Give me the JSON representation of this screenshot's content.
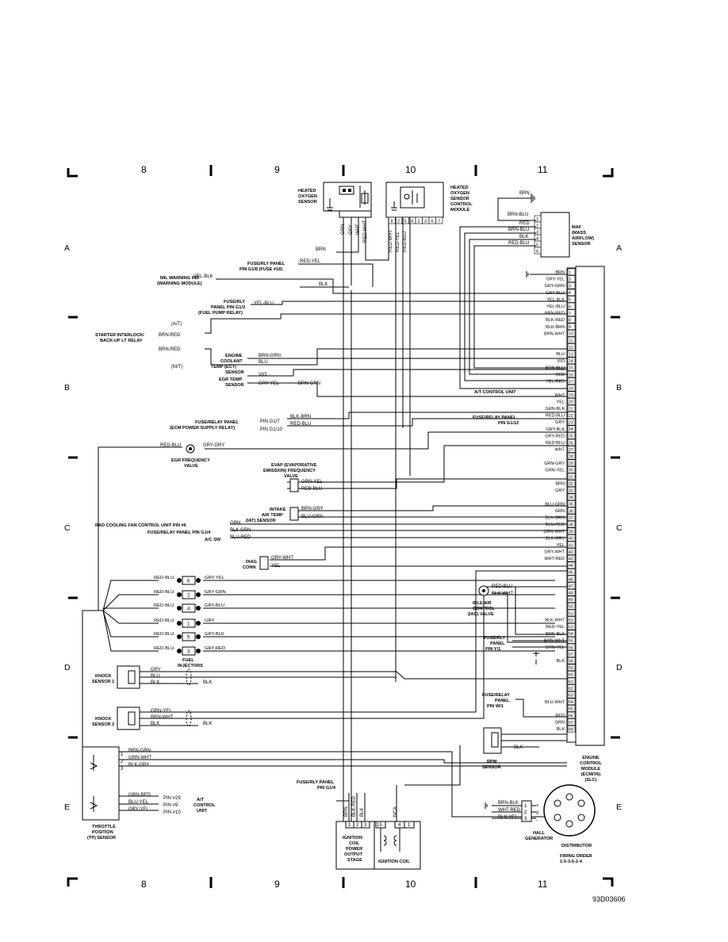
{
  "grid": {
    "columns": [
      "8",
      "9",
      "10",
      "11"
    ],
    "rows": [
      "A",
      "B",
      "C",
      "D",
      "E"
    ]
  },
  "ecm": {
    "title": "ENGINE CONTROL MODULE (ECM/V6) (SLC)",
    "title_lines": [
      "ENGINE",
      "CONTROL",
      "MODULE",
      "(ECM/V6)",
      "(SLC)"
    ],
    "pins": [
      {
        "pin": "1",
        "wire": "BRN"
      },
      {
        "pin": "2",
        "wire": "GRY-YEL"
      },
      {
        "pin": "3",
        "wire": "GRY-GRN"
      },
      {
        "pin": "4",
        "wire": "GRY-BLU"
      },
      {
        "pin": "5",
        "wire": "YEL-BLK"
      },
      {
        "pin": "6",
        "wire": "YEL-BLU"
      },
      {
        "pin": "7",
        "wire": "BRN-RED"
      },
      {
        "pin": "8",
        "wire": "BLK-RED"
      },
      {
        "pin": "9",
        "wire": "BLK-BRN"
      },
      {
        "pin": "10",
        "wire": "BRN-WHT"
      },
      {
        "pin": "11",
        "wire": ""
      },
      {
        "pin": "12",
        "wire": ""
      },
      {
        "pin": "13",
        "wire": "BLU"
      },
      {
        "pin": "14",
        "wire": "VIO"
      },
      {
        "pin": "15",
        "wire": "BRN-BLU"
      },
      {
        "pin": "16",
        "wire": "RED"
      },
      {
        "pin": "17",
        "wire": "YEL-RED"
      },
      {
        "pin": "18",
        "wire": ""
      },
      {
        "pin": "19",
        "wire": "WHT"
      },
      {
        "pin": "20",
        "wire": "YEL"
      },
      {
        "pin": "21",
        "wire": "GRN-BLK"
      },
      {
        "pin": "22",
        "wire": "RED-BLU"
      },
      {
        "pin": "23",
        "wire": "GRY"
      },
      {
        "pin": "24",
        "wire": "GRY-BLK"
      },
      {
        "pin": "25",
        "wire": "GRY-RED"
      },
      {
        "pin": "26",
        "wire": "RED-BLU"
      },
      {
        "pin": "27",
        "wire": "WHT"
      },
      {
        "pin": "28",
        "wire": ""
      },
      {
        "pin": "29",
        "wire": "GRN-GRY"
      },
      {
        "pin": "30",
        "wire": "GRN-YEL"
      },
      {
        "pin": "31",
        "wire": ""
      },
      {
        "pin": "32",
        "wire": "BRN"
      },
      {
        "pin": "33",
        "wire": "GRY"
      },
      {
        "pin": "34",
        "wire": ""
      },
      {
        "pin": "35",
        "wire": "BLU-GRN"
      },
      {
        "pin": "36",
        "wire": "GRN"
      },
      {
        "pin": "37",
        "wire": "BLK-GRN"
      },
      {
        "pin": "38",
        "wire": "BLU-RED"
      },
      {
        "pin": "39",
        "wire": "GRN-WHT"
      },
      {
        "pin": "40",
        "wire": "BLK-GRY"
      },
      {
        "pin": "41",
        "wire": "YEL"
      },
      {
        "pin": "42",
        "wire": "GRY-WHT"
      },
      {
        "pin": "43",
        "wire": "WHT-RED"
      },
      {
        "pin": "44",
        "wire": ""
      },
      {
        "pin": "45",
        "wire": ""
      },
      {
        "pin": "46",
        "wire": ""
      },
      {
        "pin": "47",
        "wire": ""
      },
      {
        "pin": "48",
        "wire": ""
      },
      {
        "pin": "49",
        "wire": ""
      },
      {
        "pin": "50",
        "wire": ""
      },
      {
        "pin": "51",
        "wire": ""
      },
      {
        "pin": "52",
        "wire": "BLK-WHT"
      },
      {
        "pin": "53",
        "wire": "RED-YEL"
      },
      {
        "pin": "54",
        "wire": "BRN-BLK"
      },
      {
        "pin": "55",
        "wire": "BRN-WHT"
      },
      {
        "pin": "56",
        "wire": "GRN-YEL"
      },
      {
        "pin": "57",
        "wire": ""
      },
      {
        "pin": "58",
        "wire": "BLK"
      },
      {
        "pin": "59",
        "wire": ""
      },
      {
        "pin": "60",
        "wire": ""
      },
      {
        "pin": "61",
        "wire": ""
      },
      {
        "pin": "62",
        "wire": ""
      },
      {
        "pin": "63",
        "wire": ""
      },
      {
        "pin": "64",
        "wire": "BLU-WHT"
      },
      {
        "pin": "65",
        "wire": ""
      },
      {
        "pin": "66",
        "wire": "RED"
      },
      {
        "pin": "67",
        "wire": "GRN"
      },
      {
        "pin": "68",
        "wire": "BLK"
      }
    ]
  },
  "components": {
    "heated_o2_sensor": [
      "HEATED",
      "OXYGEN",
      "SENSOR"
    ],
    "o2_wires": [
      "GRN",
      "GRY",
      "WHT",
      "RED-WHT"
    ],
    "o2_control_module": [
      "HEATED",
      "OXYGEN",
      "SENSOR",
      "CONTROL",
      "MODULE"
    ],
    "o2_control_pins": [
      "8",
      "2",
      "5",
      "4",
      "1",
      "3",
      "6",
      "7"
    ],
    "o2_control_wires": [
      "RED-WHT",
      "RED-YEL",
      "RED-BLU"
    ],
    "maf": [
      "MAF",
      "(MASS",
      "AIRFLOW)",
      "SENSOR"
    ],
    "maf_pins": [
      "1",
      "2",
      "3",
      "4",
      "5",
      "6"
    ],
    "maf_wires": [
      "BRN",
      "BRN-BLU",
      "RED",
      "BRN-BLU",
      "BLK",
      "RED-BLU"
    ],
    "brn_ground": "BRN",
    "fuse_g1_8": [
      "FUSE/RLY PANEL",
      "PIN G1/8 (FUSE #18)"
    ],
    "fuse_g1_8_wire": "RED-YEL",
    "mil": [
      "MIL WARNING IND",
      "(WARNING MODULE)"
    ],
    "mil_wire": "YEL-BLK",
    "blk_shield": "BLK",
    "fuse_fpr": [
      "FUSE/RLY",
      "PANEL PIN G1/3",
      "(FUEL PUMP RELAY)"
    ],
    "fuse_fpr_wire": "YEL-BLU",
    "starter": [
      "STARTER INTERLOCK/",
      "BACK-UP LT RELAY"
    ],
    "starter_tags": [
      "(A/T)",
      "(M/T)"
    ],
    "starter_wires": [
      "BRN-RED",
      "BRN-RED"
    ],
    "ect": [
      "ENGINE",
      "COOLANT",
      "TEMP (ECT)",
      "SENSOR"
    ],
    "ect_wires": [
      "BRN-GRN",
      "BLU"
    ],
    "egr_temp": [
      "EGR TEMP",
      "SENSOR"
    ],
    "egr_temp_wires": [
      "VIO",
      "GRY-YEL",
      "BRN-GRN"
    ],
    "fuse_ecm": [
      "FUSE/RELAY PANEL",
      "(ECM POWER SUPPLY RELAY)"
    ],
    "fuse_ecm_pins": [
      "PIN G1/7",
      "PIN G1/10"
    ],
    "fuse_ecm_wires": [
      "BLK-BRN",
      "RED-BLU"
    ],
    "egr_freq": [
      "EGR FREQUENCY",
      "VALVE"
    ],
    "egr_freq_wires": [
      "RED-BLU",
      "GRY-GRY"
    ],
    "evap": [
      "EVAP (EVAPORATIVE",
      "EMISSION) FREQUENCY",
      "VALVE"
    ],
    "evap_wires": [
      "GRN-YEL",
      "RED-BLU"
    ],
    "iat": [
      "INTAKE",
      "AIR TEMP",
      "(IAT) SENSOR"
    ],
    "iat_wires": [
      "BRN-GRY",
      "BLU-GRN"
    ],
    "rad_fan": "RAD COOLING FAN CONTROL UNIT PIN #6",
    "fuse_g1_4": "FUSE/RELAY PANEL PIN G1/4",
    "ac_sw": "A/C SW",
    "mid_wires": [
      "GRN",
      "BLK GRN",
      "BLU-RED"
    ],
    "diag": [
      "DIAG",
      "CONN"
    ],
    "diag_wires": [
      "GRY-WHT",
      "YEL"
    ],
    "injectors": {
      "label": [
        "FUEL",
        "INJECTORS"
      ],
      "rows": [
        {
          "num": "6",
          "left": "RED-BLU",
          "right": "GRY-YEL"
        },
        {
          "num": "2",
          "left": "RED-BLU",
          "right": "GRY-GRN"
        },
        {
          "num": "4",
          "left": "RED-BLU",
          "right": "GRY-BLU"
        },
        {
          "num": "1",
          "left": "RED-BLU",
          "right": "GRY"
        },
        {
          "num": "5",
          "left": "RED-BLU",
          "right": "GRY-BLK"
        },
        {
          "num": "3",
          "left": "RED-BLU",
          "right": "GRY-RED"
        }
      ]
    },
    "knock1": [
      "KNOCK",
      "SENSOR 1"
    ],
    "knock1_wires": [
      "GRY",
      "BLU",
      "BLK",
      "BLK"
    ],
    "knock2": [
      "KNOCK",
      "SENSOR 2"
    ],
    "knock2_wires": [
      "GRN-YEL",
      "BRN-WHT",
      "BLK",
      "BLK"
    ],
    "tp": [
      "THROTTLE",
      "POSITION",
      "(TP) SENSOR"
    ],
    "tp_pins": [
      "1",
      "2",
      "3"
    ],
    "tp_wires": [
      "BRN-GRN",
      "GRN-WHT",
      "BLK-GRY"
    ],
    "ac_unit": [
      "A/T",
      "CONTROL",
      "UNIT"
    ],
    "ac_unit_wires": [
      "GRN-RED",
      "BLU-YEL",
      "GRY-YEL"
    ],
    "ac_unit_pins": [
      "PIN #29",
      "PIN #9",
      "PIN #10"
    ],
    "at_ctrl": "A/T CONTROL UNIT",
    "fuse_g1_12": [
      "FUSE/RELAY PANEL",
      "PIN G1/12"
    ],
    "iac": [
      "IDLE AIR",
      "CONTROL",
      "(IAC) VALVE"
    ],
    "iac_wires": [
      "RED-BLU",
      "BLK-WHT"
    ],
    "fuse_y1": [
      "FUSE/RLY",
      "PANEL",
      "PIN Y/1"
    ],
    "fuse_w1": [
      "FUSE/RELAY",
      "PANEL",
      "PIN W/1"
    ],
    "rpm": [
      "RPM",
      "SENSOR"
    ],
    "rpm_wires": [
      "BLK"
    ],
    "fuse_g1_4b": [
      "FUSE/RLY PANEL",
      "PIN G1/4"
    ],
    "ign_stage": [
      "IGNITION",
      "COIL",
      "POWER",
      "OUTPUT",
      "STAGE"
    ],
    "ign_stage_wires": [
      "BRN",
      "BLK-RED",
      "BLK"
    ],
    "ign_stage_pins": [
      "1",
      "2",
      "3"
    ],
    "ign_coil": "IGNITION COIL",
    "ign_coil_wires": [
      "NCA"
    ],
    "ign_coil_pins": [
      "15",
      "4",
      "1"
    ],
    "hall": [
      "HALL",
      "GENERATOR"
    ],
    "hall_wires": [
      "BRN-BLK",
      "WHT-RED",
      "BLK-YEL"
    ],
    "hall_pins": [
      "1",
      "2",
      "3"
    ],
    "hall_marks": [
      "+",
      "0",
      "-"
    ],
    "distributor": "DISTRIBUTOR",
    "firing": [
      "FIRING ORDER",
      "1-5-3-6-2-4"
    ]
  },
  "figure_code": "93D03606"
}
